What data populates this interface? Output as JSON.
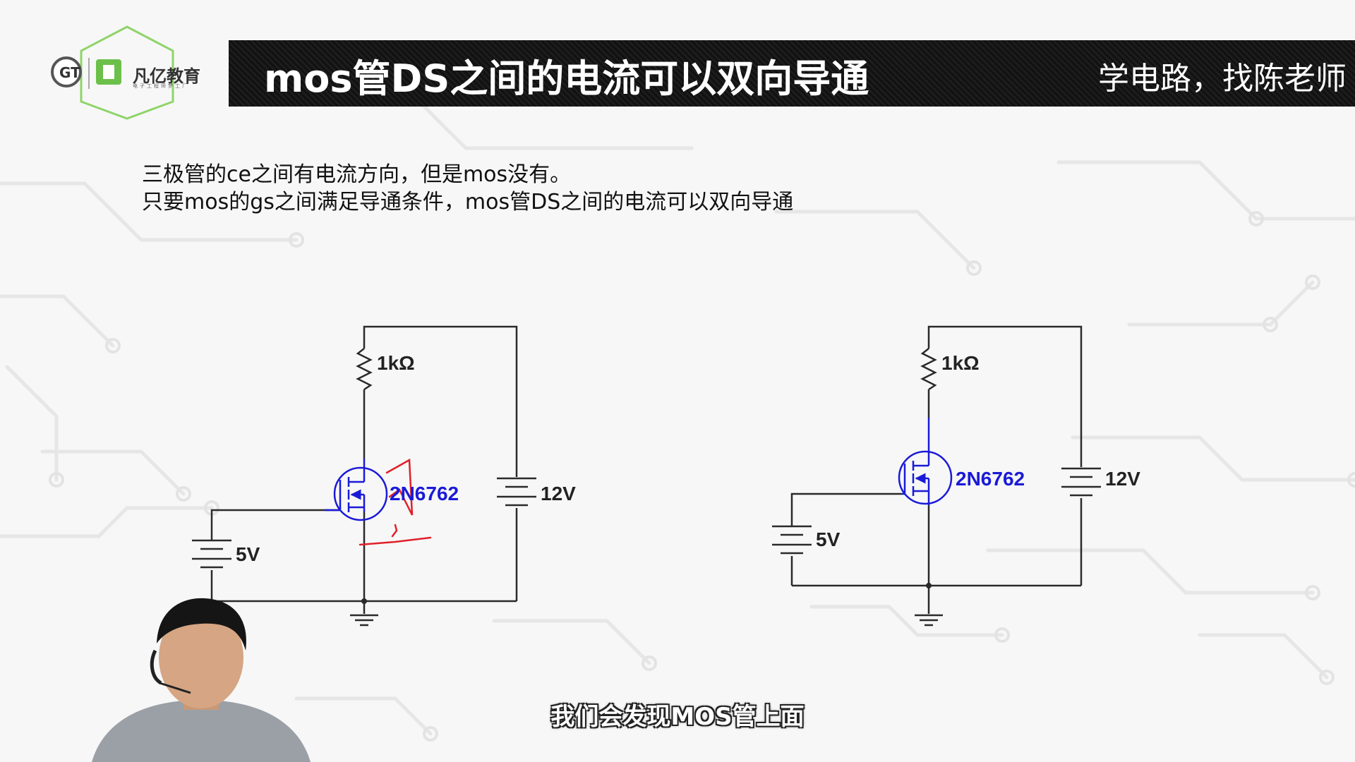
{
  "logo": {
    "brand_text": "凡亿教育",
    "tagline": "电子工程师梦工厂",
    "mark_text": "GT"
  },
  "header": {
    "title": "mos管DS之间的电流可以双向导通",
    "slogan": "学电路，找陈老师"
  },
  "description": {
    "line1": "三极管的ce之间有电流方向，但是mos没有。",
    "line2": "只要mos的gs之间满足导通条件，mos管DS之间的电流可以双向导通"
  },
  "circuit_left": {
    "resistor_label": "1kΩ",
    "mosfet_label": "2N6762",
    "battery_12v_label": "12V",
    "battery_5v_label": "5V"
  },
  "circuit_right": {
    "resistor_label": "1kΩ",
    "mosfet_label": "2N6762",
    "battery_12v_label": "12V",
    "battery_5v_label": "5V"
  },
  "subtitle": "我们会发现MOS管上面",
  "colors": {
    "title_bar": "#111111",
    "wire": "#2a2a2a",
    "mosfet": "#1a1ad8",
    "annotation": "#e0202a",
    "logo_green": "#6cc04a"
  }
}
